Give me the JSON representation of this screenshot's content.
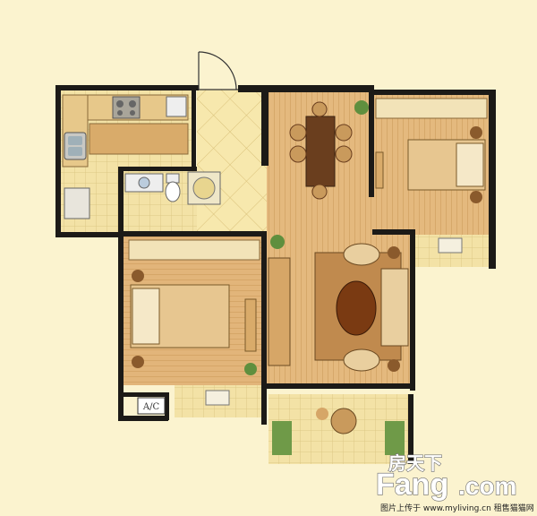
{
  "labels": {
    "ac": "A/C"
  },
  "watermark": {
    "brand_cn": "房天下",
    "brand_en": "Fang",
    "brand_suffix": ".com",
    "caption": "图片上传于 www.myliving.cn 租售猫猫网"
  },
  "colors": {
    "background": "#fbf3cf",
    "wall": "#1c1a17",
    "wood_floor": "#e2b77a",
    "tile_floor": "#f6e4a3",
    "furniture": "#d9ab6a",
    "plant": "#5f8f3e"
  }
}
